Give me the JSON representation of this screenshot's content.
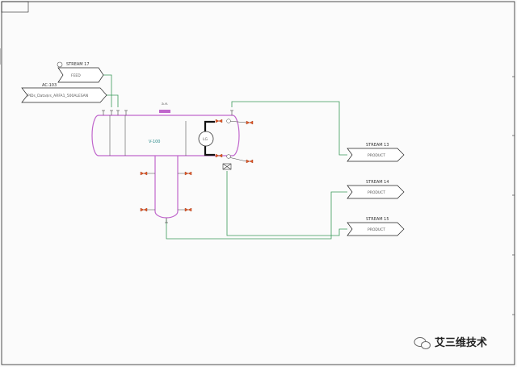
{
  "inlets": [
    {
      "name": "STREAM 17",
      "service": "FEED"
    },
    {
      "name": "AC-103",
      "service": "PIDs_Data$rs_ARFA1_500ALESAN"
    }
  ],
  "vessel": {
    "tag": "V-100",
    "nozzle_tag": "a.e.",
    "instrument": "LG"
  },
  "outlets": [
    {
      "name": "STREAM 13",
      "service": "PRODUCT"
    },
    {
      "name": "STREAM 14",
      "service": "PRODUCT"
    },
    {
      "name": "STREAM 15",
      "service": "PRODUCT"
    }
  ],
  "watermark": {
    "text": "艾三维技术",
    "icon": "wechat-icon"
  },
  "colors": {
    "vessel": "#c066cc",
    "line": "#3a9a5a",
    "valve": "#e05a2a",
    "frame": "#222222"
  }
}
